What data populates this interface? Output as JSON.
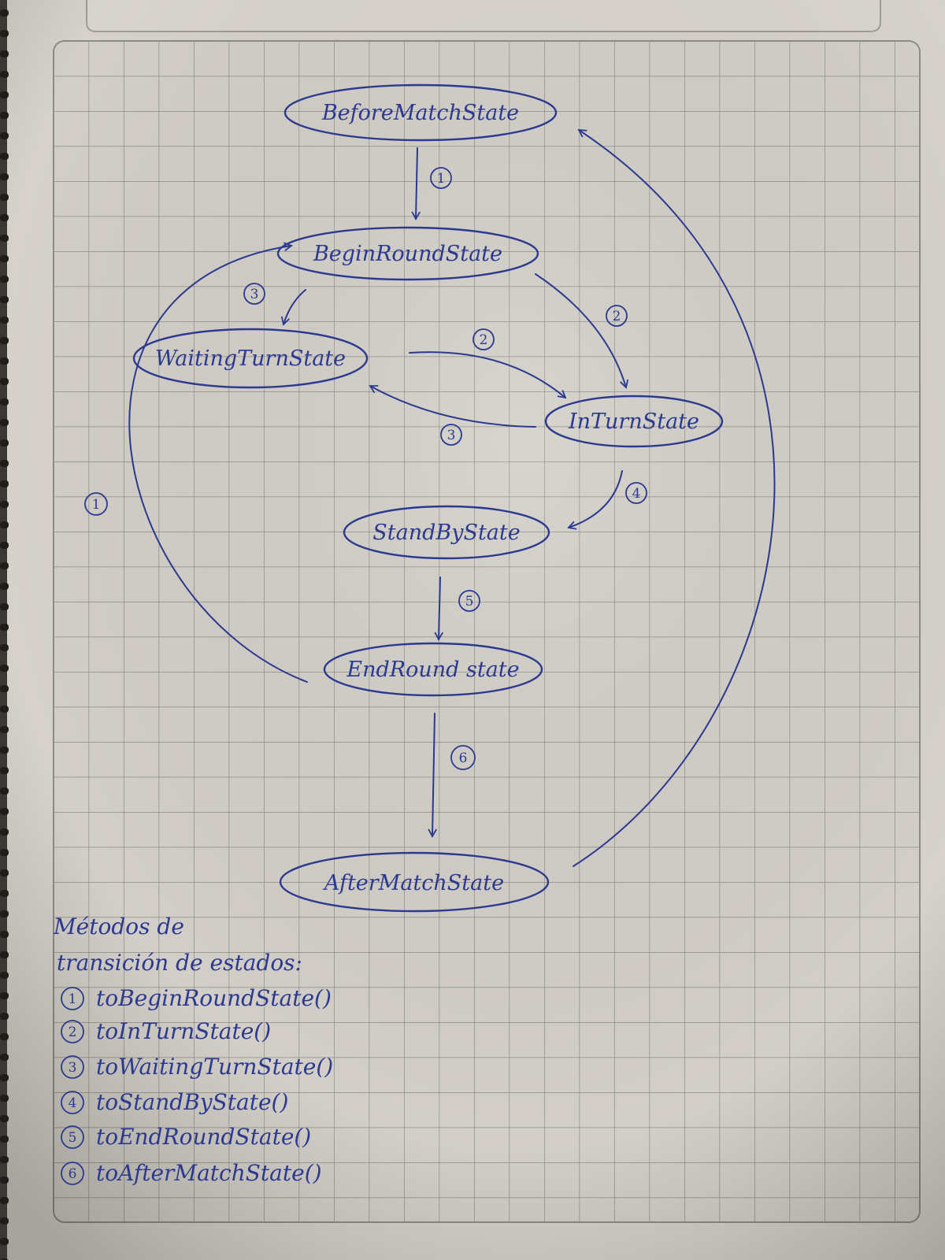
{
  "diagram": {
    "states": {
      "before_match": "BeforeMatchState",
      "begin_round": "BeginRoundState",
      "waiting_turn": "WaitingTurnState",
      "in_turn": "InTurnState",
      "stand_by": "StandByState",
      "end_round": "EndRound state",
      "after_match": "AfterMatchState"
    },
    "transition_labels": {
      "before_to_begin": "1",
      "begin_to_waiting": "3",
      "begin_to_inturn": "2",
      "waiting_to_inturn": "2",
      "inturn_to_waiting": "3",
      "inturn_to_standby": "4",
      "standby_to_endround": "5",
      "endround_to_begin": "1",
      "endround_to_after": "6"
    }
  },
  "legend": {
    "title_line1": "Métodos de",
    "title_line2": "transición de estados:",
    "items": [
      {
        "number": "1",
        "text": "toBeginRoundState()"
      },
      {
        "number": "2",
        "text": "toInTurnState()"
      },
      {
        "number": "3",
        "text": "toWaitingTurnState()"
      },
      {
        "number": "4",
        "text": "toStandByState()"
      },
      {
        "number": "5",
        "text": "toEndRoundState()"
      },
      {
        "number": "6",
        "text": "toAfterMatchState()"
      }
    ]
  },
  "colors": {
    "ink": "#2b3a8f",
    "paper": "#d6d2cb",
    "grid": "#8f8b86",
    "background": "#5a5652"
  }
}
